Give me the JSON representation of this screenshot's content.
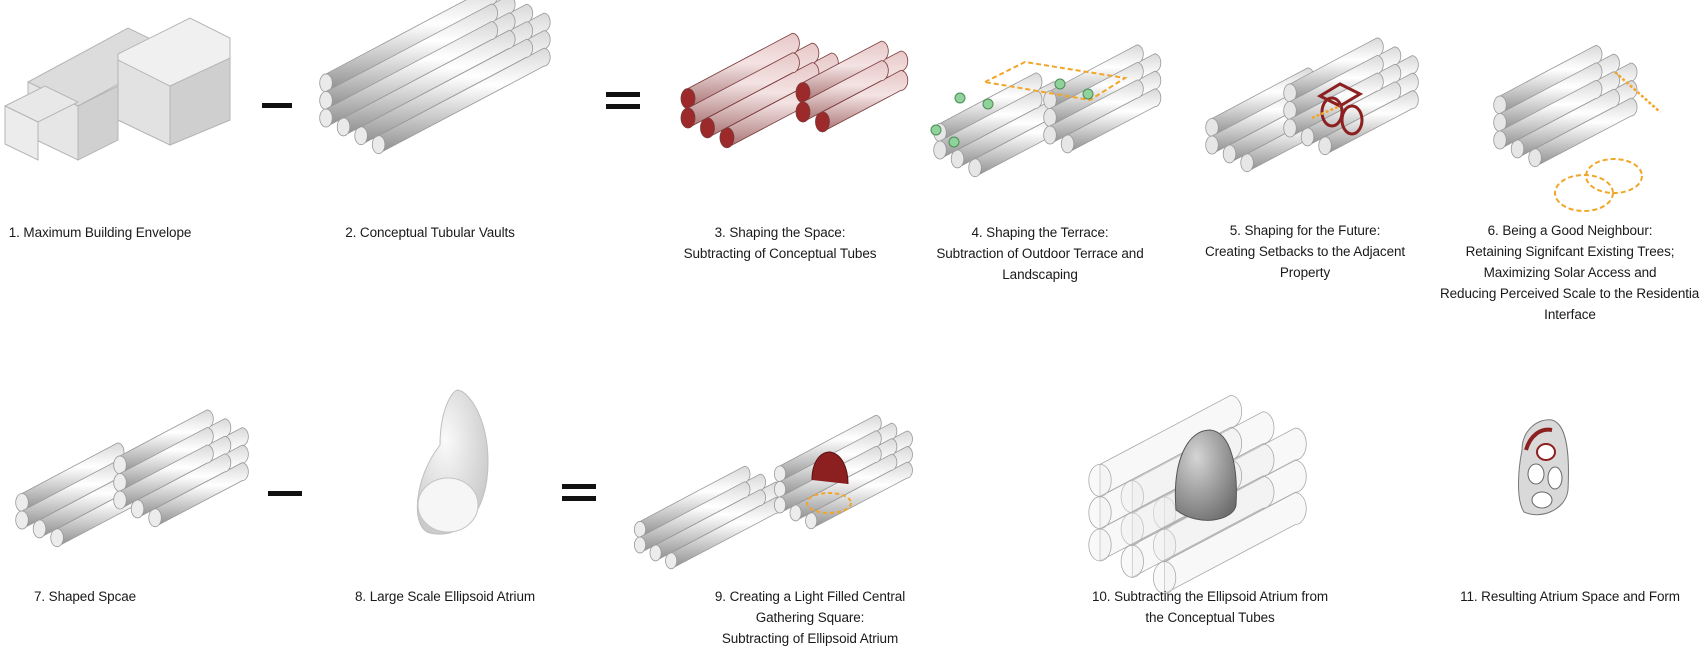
{
  "steps": [
    {
      "id": "1",
      "lines": [
        "1. Maximum Building Envelope"
      ]
    },
    {
      "id": "2",
      "lines": [
        "2. Conceptual Tubular Vaults"
      ]
    },
    {
      "id": "3",
      "lines": [
        "3. Shaping the Space:",
        "Subtracting of Conceptual Tubes"
      ]
    },
    {
      "id": "4",
      "lines": [
        "4. Shaping the Terrace:",
        "Subtraction of Outdoor Terrace and",
        "Landscaping"
      ]
    },
    {
      "id": "5",
      "lines": [
        "5. Shaping for the Future:",
        "Creating Setbacks to the Adjacent",
        "Property"
      ]
    },
    {
      "id": "6",
      "lines": [
        "6. Being a Good Neighbour:",
        "Retaining Signifcant Existing Trees;",
        "Maximizing Solar Access and",
        "Reducing Perceived Scale to the Residential",
        "Interface"
      ]
    },
    {
      "id": "7",
      "lines": [
        "7. Shaped Spcae"
      ]
    },
    {
      "id": "8",
      "lines": [
        "8. Large Scale Ellipsoid Atrium"
      ]
    },
    {
      "id": "9",
      "lines": [
        "9. Creating a Light Filled Central",
        "Gathering Square:",
        "Subtracting of Ellipsoid Atrium"
      ]
    },
    {
      "id": "10",
      "lines": [
        "10. Subtracting the Ellipsoid Atrium from",
        "the Conceptual Tubes"
      ]
    },
    {
      "id": "11",
      "lines": [
        "11. Resulting Atrium Space and Form"
      ]
    }
  ],
  "operators": {
    "minus": "−",
    "equals": "="
  },
  "colors": {
    "tube": "#e4e4e4",
    "tube_shade": "#9a9a9a",
    "cut": "#8c1f1f",
    "cut_light": "#c98a8a",
    "tree": "#f2a628",
    "shrub": "#8fd39a"
  }
}
